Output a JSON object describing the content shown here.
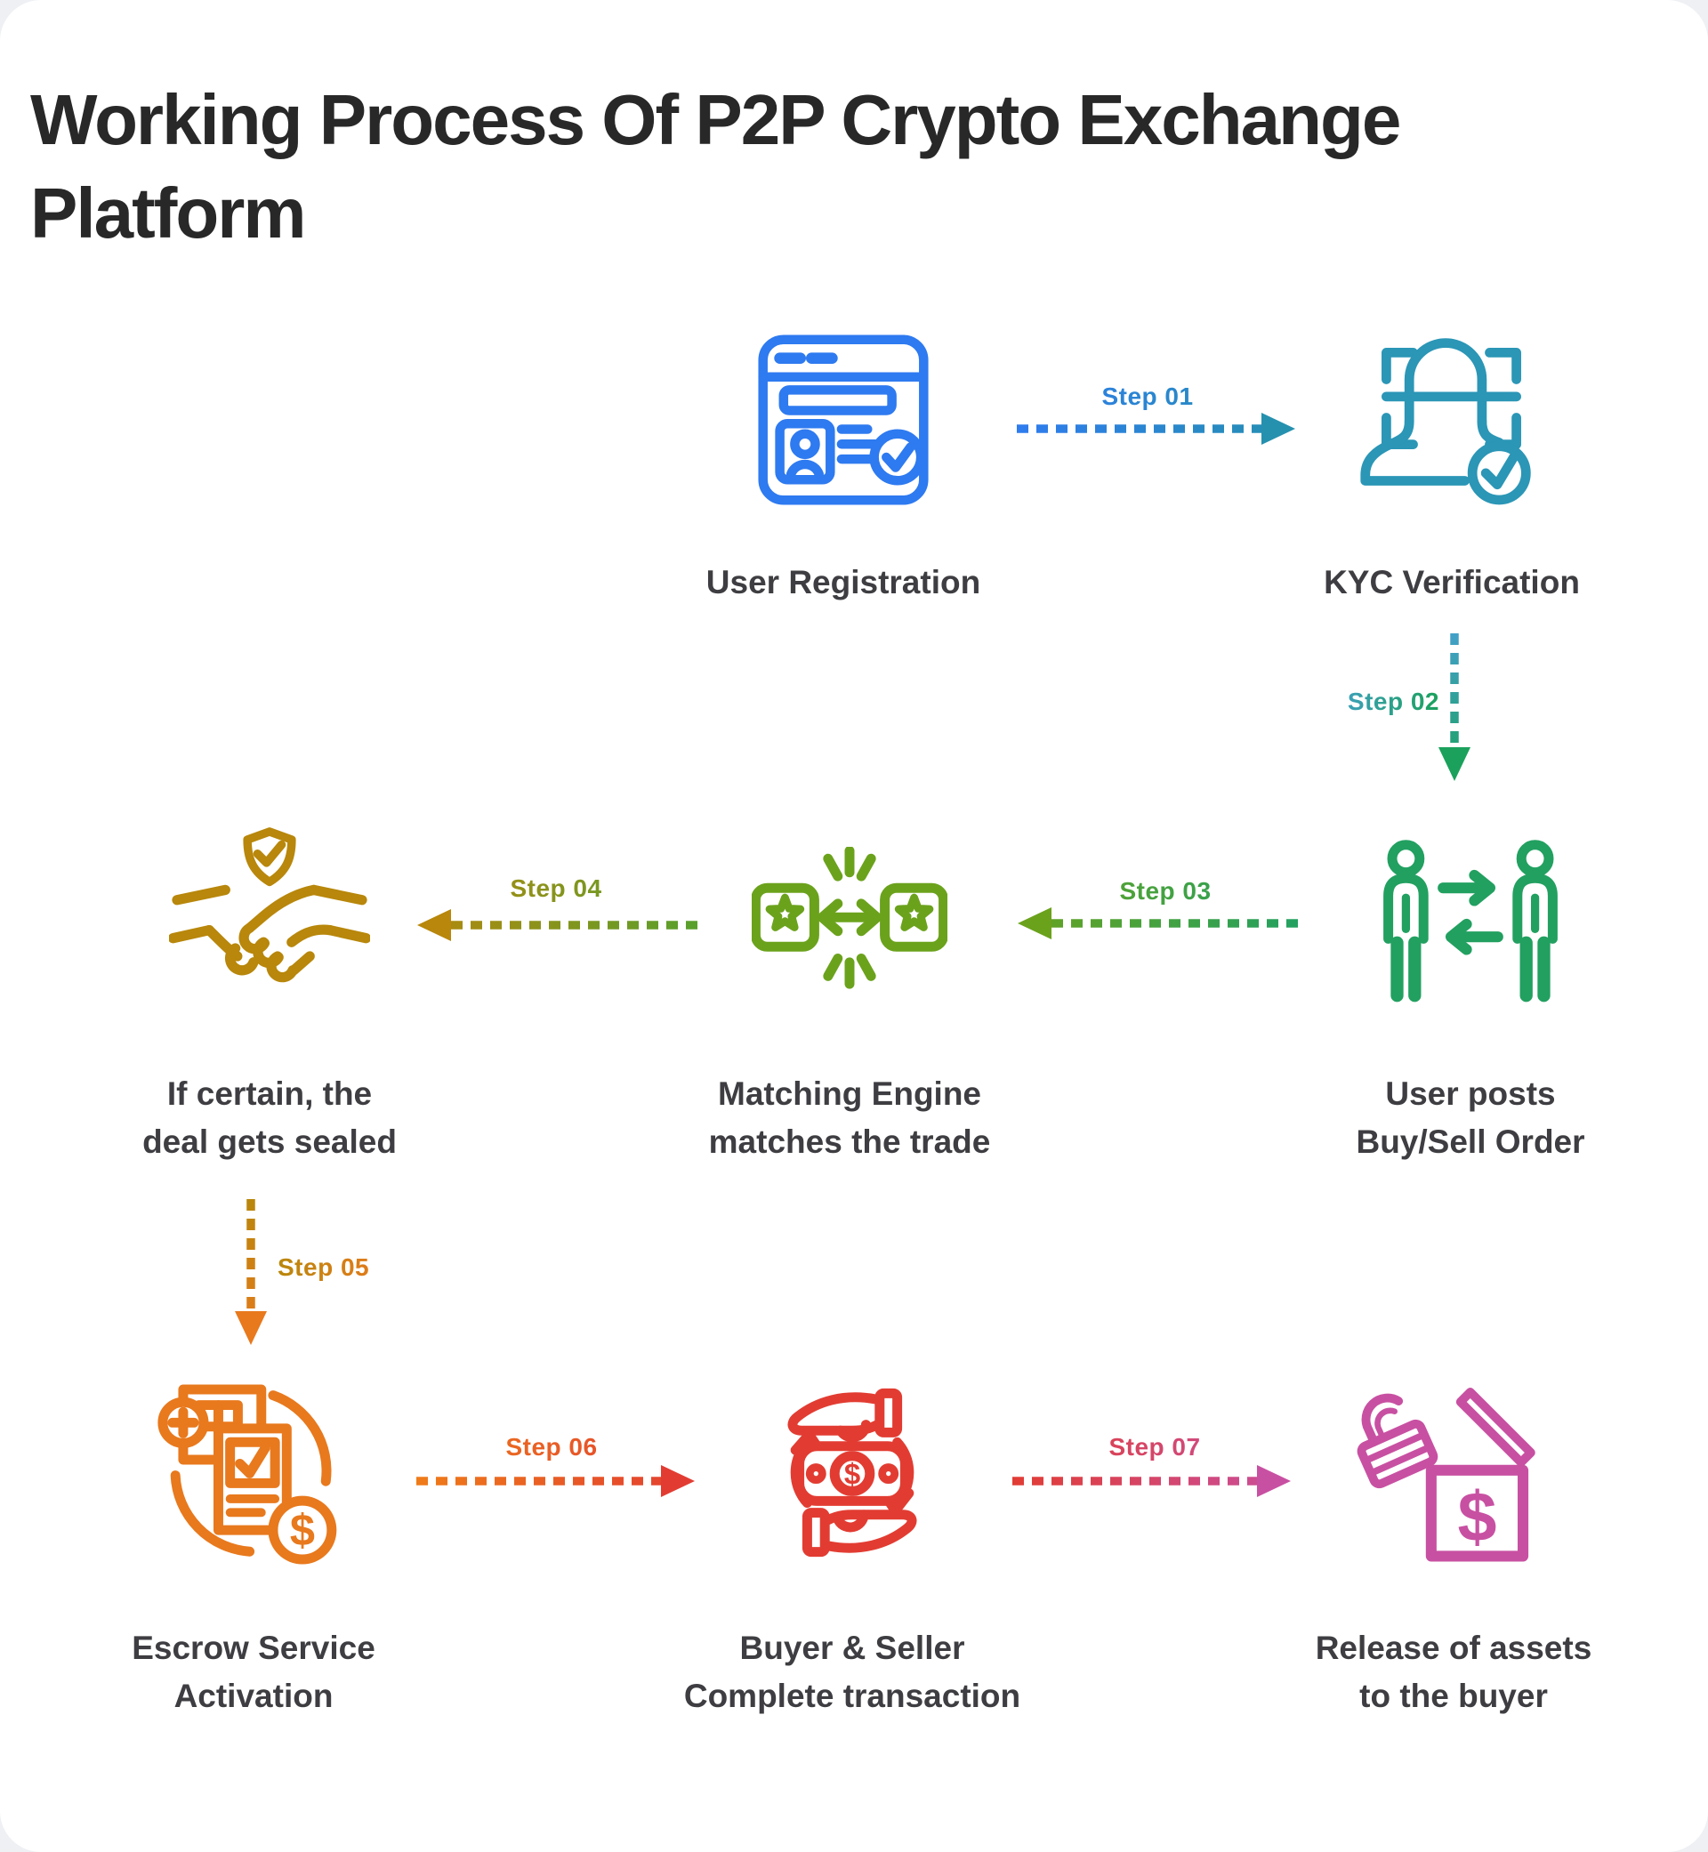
{
  "title": "Working Process Of P2P Crypto Exchange Platform",
  "dollar_glyph": "$",
  "colors": {
    "blue": "#2e7af0",
    "teal": "#2b96b6",
    "green": "#22a060",
    "olive": "#6ba21c",
    "gold": "#b8870b",
    "orange": "#e8791d",
    "red": "#e23c32",
    "magenta": "#c850a2",
    "title_text": "#282828",
    "caption_text": "#3e3e42",
    "card_background": "#ffffff",
    "page_background": "#eef0f4"
  },
  "nodes": [
    {
      "id": "user-registration",
      "label": "User Registration",
      "icon": "registration-form-icon",
      "color": "#2e7af0"
    },
    {
      "id": "kyc-verification",
      "label": "KYC Verification",
      "icon": "face-scan-icon",
      "color": "#2b96b6"
    },
    {
      "id": "buy-sell-order",
      "label": "User posts\nBuy/Sell Order",
      "icon": "users-exchange-icon",
      "color": "#22a060"
    },
    {
      "id": "matching-engine",
      "label": "Matching Engine\nmatches the trade",
      "icon": "match-stars-icon",
      "color": "#6ba21c"
    },
    {
      "id": "deal-sealed",
      "label": "If certain, the\ndeal gets sealed",
      "icon": "handshake-shield-icon",
      "color": "#b8870b"
    },
    {
      "id": "escrow-activation",
      "label": "Escrow Service\nActivation",
      "icon": "escrow-documents-icon",
      "color": "#e8791d"
    },
    {
      "id": "transaction-complete",
      "label": "Buyer & Seller\nComplete transaction",
      "icon": "hands-money-icon",
      "color": "#e23c32"
    },
    {
      "id": "release-assets",
      "label": "Release of assets\nto the buyer",
      "icon": "unlocked-box-icon",
      "color": "#c850a2"
    }
  ],
  "steps": [
    {
      "label": "Step 01",
      "from": "user-registration",
      "to": "kyc-verification",
      "direction": "right",
      "color_from": "#2f7bf0",
      "color_to": "#2591ae"
    },
    {
      "label": "Step 02",
      "from": "kyc-verification",
      "to": "buy-sell-order",
      "direction": "down",
      "color_from": "#44a0cb",
      "color_to": "#1ba15c"
    },
    {
      "label": "Step 03",
      "from": "buy-sell-order",
      "to": "matching-engine",
      "direction": "left",
      "color_from": "#21a163",
      "color_to": "#6ba21c"
    },
    {
      "label": "Step 04",
      "from": "matching-engine",
      "to": "deal-sealed",
      "direction": "left",
      "color_from": "#55a12e",
      "color_to": "#b8870b"
    },
    {
      "label": "Step 05",
      "from": "deal-sealed",
      "to": "escrow-activation",
      "direction": "down",
      "color_from": "#b8870b",
      "color_to": "#e8791d"
    },
    {
      "label": "Step 06",
      "from": "escrow-activation",
      "to": "transaction-complete",
      "direction": "right",
      "color_from": "#ef7d18",
      "color_to": "#e23c32"
    },
    {
      "label": "Step 07",
      "from": "transaction-complete",
      "to": "release-assets",
      "direction": "right",
      "color_from": "#e23c32",
      "color_to": "#c850a2"
    }
  ]
}
